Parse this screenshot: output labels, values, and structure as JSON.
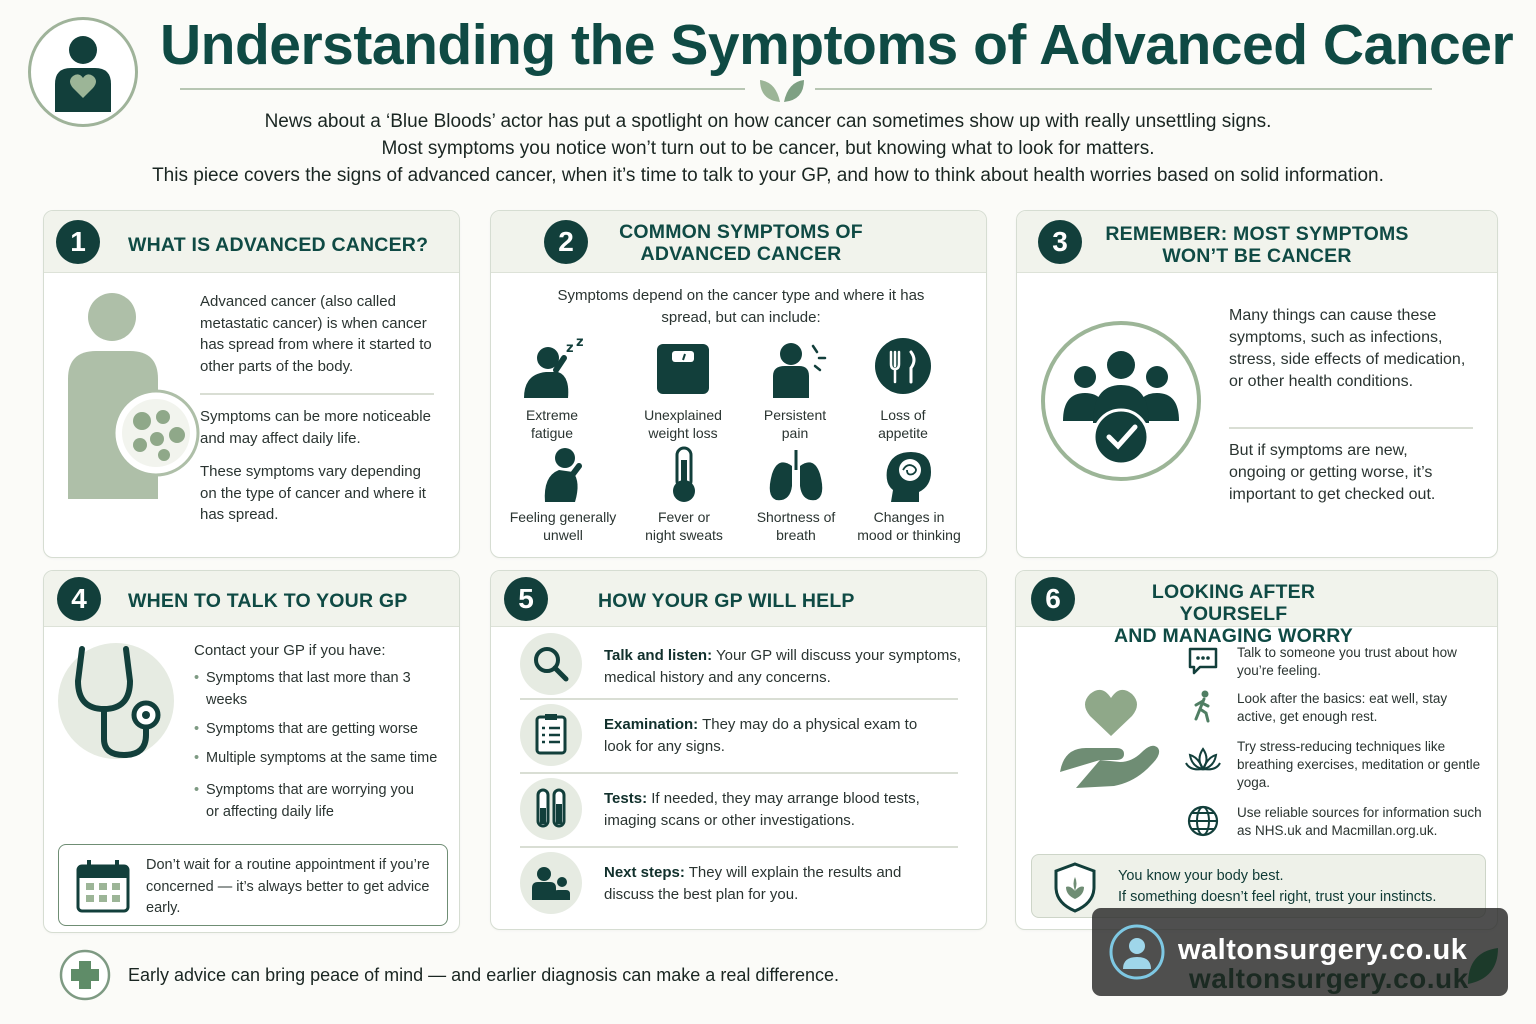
{
  "header": {
    "title": "Understanding the Symptoms of Advanced Cancer",
    "intro_lines": [
      "News about a ‘Blue Bloods’ actor has put a spotlight on how cancer can sometimes show up with really unsettling signs.",
      "Most symptoms you notice won’t turn out to be cancer, but knowing what to look for matters.",
      "This piece covers the signs of advanced cancer, when it’s time to talk to your GP, and how to think about health worries based on solid information."
    ]
  },
  "sections": {
    "s1": {
      "number": "1",
      "title": "WHAT IS ADVANCED CANCER?",
      "para1": "Advanced cancer (also called metastatic cancer) is when cancer has spread from where it started to other parts of the body.",
      "para2": "Symptoms can be more noticeable and may affect daily life.",
      "para3": "These symptoms vary depending on the type of cancer and where it has spread."
    },
    "s2": {
      "number": "2",
      "title_line1": "COMMON SYMPTOMS OF",
      "title_line2": "ADVANCED CANCER",
      "intro": "Symptoms depend on the cancer type and where it has spread, but can include:",
      "symptoms": [
        {
          "icon": "fatigue-icon",
          "line1": "Extreme",
          "line2": "fatigue"
        },
        {
          "icon": "scale-icon",
          "line1": "Unexplained",
          "line2": "weight loss"
        },
        {
          "icon": "pain-icon",
          "line1": "Persistent",
          "line2": "pain"
        },
        {
          "icon": "cutlery-icon",
          "line1": "Loss of",
          "line2": "appetite"
        },
        {
          "icon": "unwell-icon",
          "line1": "Feeling generally",
          "line2": "unwell"
        },
        {
          "icon": "thermometer-icon",
          "line1": "Fever or",
          "line2": "night sweats"
        },
        {
          "icon": "lungs-icon",
          "line1": "Shortness of",
          "line2": "breath"
        },
        {
          "icon": "head-icon",
          "line1": "Changes in",
          "line2": "mood or thinking"
        }
      ]
    },
    "s3": {
      "number": "3",
      "title_line1": "REMEMBER: MOST SYMPTOMS",
      "title_line2": "WON’T BE CANCER",
      "para1": "Many things can cause these symptoms, such as infections, stress, side effects of medication, or other health conditions.",
      "para2": "But if symptoms are new, ongoing or getting worse, it’s important to get checked out."
    },
    "s4": {
      "number": "4",
      "title": "WHEN TO TALK TO YOUR GP",
      "intro": "Contact your GP if you have:",
      "bullets": [
        "Symptoms that last more than 3 weeks",
        "Symptoms that are getting worse",
        "Multiple symptoms at the same time",
        "Symptoms that are worrying you or affecting daily life"
      ],
      "note": "Don’t wait for a routine appointment if you’re concerned — it’s always better to get advice early."
    },
    "s5": {
      "number": "5",
      "title": "HOW YOUR GP WILL HELP",
      "items": [
        {
          "icon": "magnifier-icon",
          "label": "Talk and listen:",
          "text": " Your GP will discuss your symptoms, medical history and any concerns."
        },
        {
          "icon": "clipboard-icon",
          "label": "Examination:",
          "text": " They may do a physical exam to look for any signs."
        },
        {
          "icon": "test-tubes-icon",
          "label": "Tests:",
          "text": " If needed, they may arrange blood tests, imaging scans or other investigations."
        },
        {
          "icon": "doctor-patient-icon",
          "label": "Next steps:",
          "text": " They will explain the results and discuss the best plan for you."
        }
      ]
    },
    "s6": {
      "number": "6",
      "title_line1": "LOOKING AFTER YOURSELF",
      "title_line2": "AND MANAGING WORRY",
      "items": [
        {
          "icon": "chat-icon",
          "text": "Talk to someone you trust about how you’re feeling."
        },
        {
          "icon": "walking-icon",
          "text": "Look after the basics: eat well, stay active, get enough rest."
        },
        {
          "icon": "lotus-icon",
          "text": "Try stress-reducing techniques like breathing exercises, meditation or gentle yoga."
        },
        {
          "icon": "globe-icon",
          "text": "Use reliable sources for information such as NHS.uk and Macmillan.org.uk."
        }
      ],
      "callout_line1": "You know your body best.",
      "callout_line2": "If something doesn’t feel right, trust your instincts."
    }
  },
  "footer": {
    "text": "Early advice can bring peace of mind — and earlier diagnosis can make a real difference."
  },
  "watermark": {
    "text": "waltonsurgery.co.uk",
    "text_shadow": "waltonsurgery.co.uk"
  },
  "colors": {
    "primary": "#123f3b",
    "title": "#0f4a44",
    "sage": "#9cb597",
    "card_head": "#f1f3ec"
  }
}
